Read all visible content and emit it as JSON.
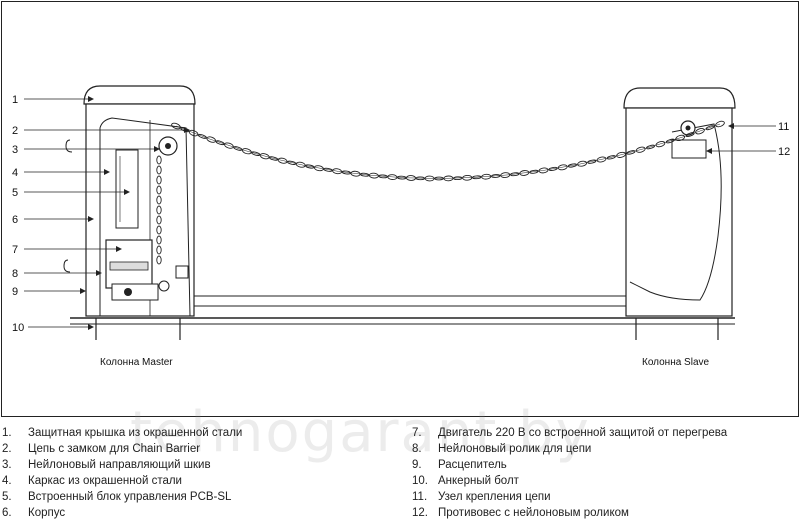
{
  "callouts_left": [
    {
      "num": "1"
    },
    {
      "num": "2"
    },
    {
      "num": "3"
    },
    {
      "num": "4"
    },
    {
      "num": "5"
    },
    {
      "num": "6"
    },
    {
      "num": "7"
    },
    {
      "num": "8"
    },
    {
      "num": "9"
    },
    {
      "num": "10"
    }
  ],
  "callouts_right": [
    {
      "num": "11"
    },
    {
      "num": "12"
    }
  ],
  "captions": {
    "master": "Колонна Master",
    "slave": "Колонна Slave"
  },
  "legend": [
    {
      "num": "1.",
      "text": "Защитная крышка из окрашенной стали"
    },
    {
      "num": "2.",
      "text": "Цепь с замком для Chain Barrier"
    },
    {
      "num": "3.",
      "text": "Нейлоновый направляющий шкив"
    },
    {
      "num": "4.",
      "text": "Каркас из окрашенной стали"
    },
    {
      "num": "5.",
      "text": "Встроенный блок управления PCB-SL"
    },
    {
      "num": "6.",
      "text": "Корпус"
    },
    {
      "num": "7.",
      "text": "Двигатель 220 В со встроенной защитой от перегрева"
    },
    {
      "num": "8.",
      "text": "Нейлоновый ролик для цепи"
    },
    {
      "num": "9.",
      "text": "Расцепитель"
    },
    {
      "num": "10.",
      "text": "Анкерный болт"
    },
    {
      "num": "11.",
      "text": "Узел крепления цепи"
    },
    {
      "num": "12.",
      "text": "Противовес с нейлоновым роликом"
    }
  ],
  "watermark": "tehnogarant.by"
}
